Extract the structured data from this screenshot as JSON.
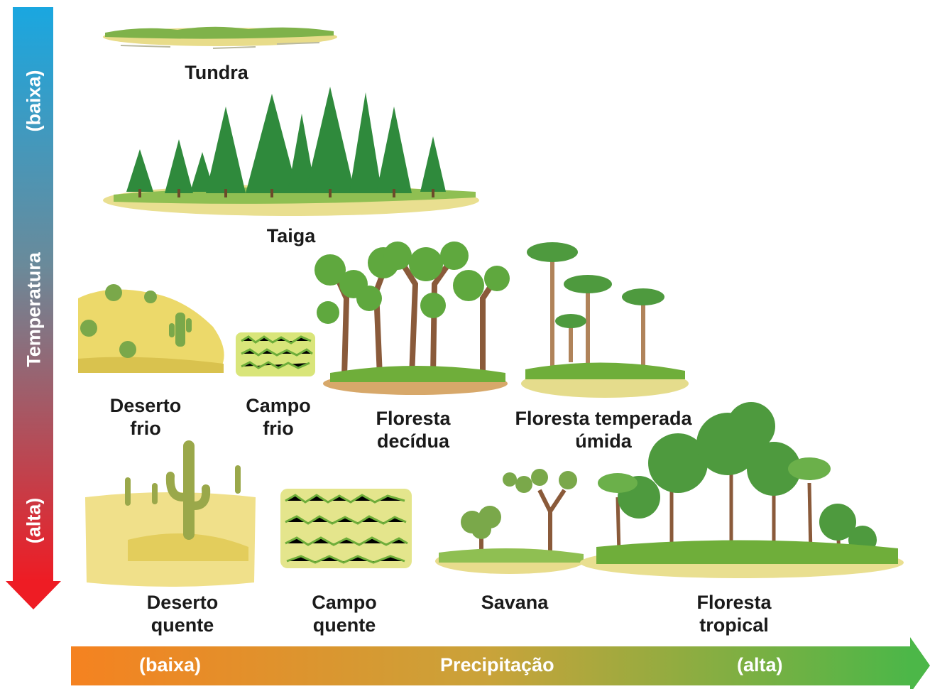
{
  "axes": {
    "temperature": {
      "label": "Temperatura",
      "low": "(baixa)",
      "high": "(alta)",
      "color_top": "#1aa7e0",
      "color_bottom": "#ee1c24"
    },
    "precipitation": {
      "label": "Precipitação",
      "low": "(baixa)",
      "high": "(alta)",
      "color_left": "#f58220",
      "color_right": "#4cb748"
    }
  },
  "biomes": {
    "tundra": {
      "name": "Tundra"
    },
    "taiga": {
      "name": "Taiga"
    },
    "deserto_frio": {
      "line1": "Deserto",
      "line2": "frio"
    },
    "campo_frio": {
      "line1": "Campo",
      "line2": "frio"
    },
    "floresta_decidua": {
      "line1": "Floresta",
      "line2": "decídua"
    },
    "floresta_temperada": {
      "line1": "Floresta temperada",
      "line2": "úmida"
    },
    "deserto_quente": {
      "line1": "Deserto",
      "line2": "quente"
    },
    "campo_quente": {
      "line1": "Campo",
      "line2": "quente"
    },
    "savana": {
      "name": "Savana"
    },
    "floresta_tropical": {
      "line1": "Floresta",
      "line2": "tropical"
    }
  }
}
